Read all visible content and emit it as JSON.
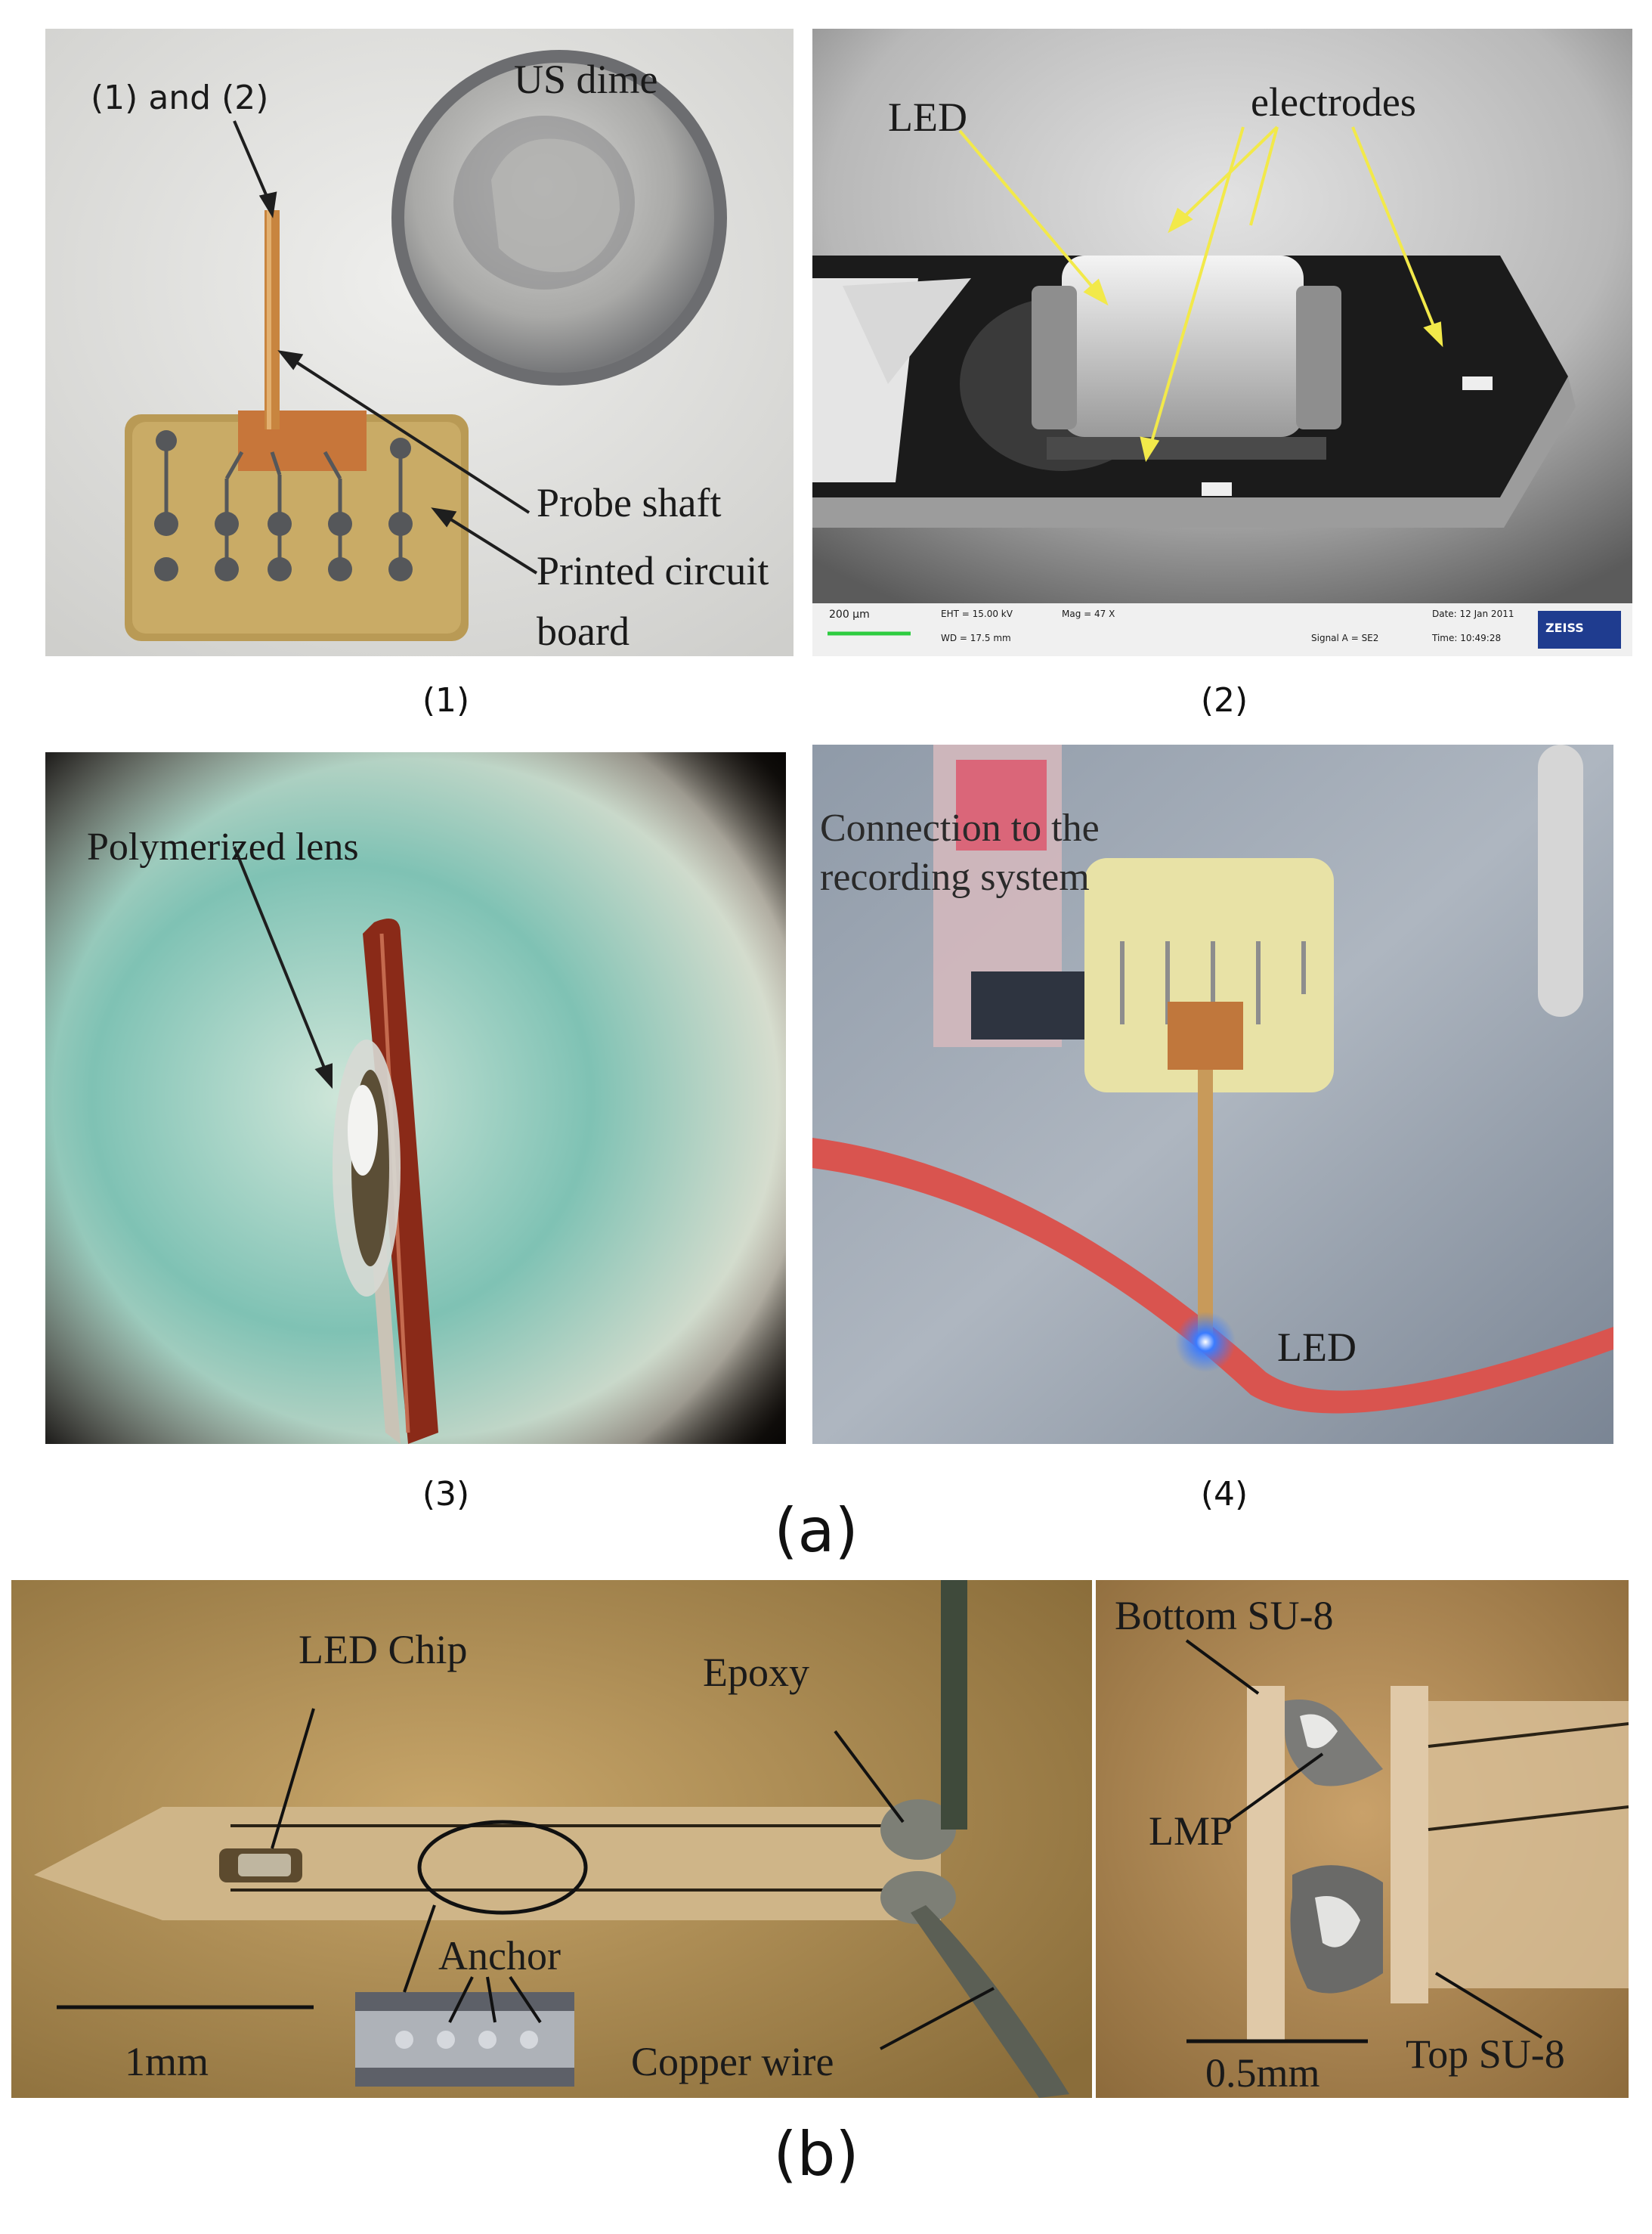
{
  "panel1": {
    "labels": {
      "tip": "(1) and (2)",
      "dime": "US dime",
      "shaft": "Probe shaft",
      "pcb_line1": "Printed circuit",
      "pcb_line2": "board"
    },
    "caption": "(1)"
  },
  "panel2": {
    "labels": {
      "led": "LED",
      "electrodes": "electrodes"
    },
    "sem_bar": {
      "scale": "200 µm",
      "eht": "EHT = 15.00 kV",
      "wd": "WD = 17.5 mm",
      "mag": "Mag = 47 X",
      "date": "Date: 12 Jan 2011",
      "signal": "Signal A = SE2",
      "time": "Time: 10:49:28",
      "brand": "ZEISS"
    },
    "caption": "(2)"
  },
  "panel3": {
    "labels": {
      "lens": "Polymerized lens"
    },
    "caption": "(3)"
  },
  "panel4": {
    "labels": {
      "conn_line1": "Connection to the",
      "conn_line2": "recording system",
      "led": "LED"
    },
    "caption": "(4)"
  },
  "part_a_caption": "(a)",
  "panel5": {
    "labels": {
      "led_chip": "LED Chip",
      "epoxy": "Epoxy",
      "anchor": "Anchor",
      "copper": "Copper wire",
      "scale": "1mm"
    }
  },
  "panel6": {
    "labels": {
      "bottom": "Bottom SU-8",
      "lmp": "LMP",
      "top": "Top SU-8",
      "scale": "0.5mm"
    }
  },
  "part_b_caption": "(b)",
  "colors": {
    "arrow_yellow": "#f2e94a",
    "led_blue": "#3a7bff",
    "text": "#1a1a1a"
  }
}
